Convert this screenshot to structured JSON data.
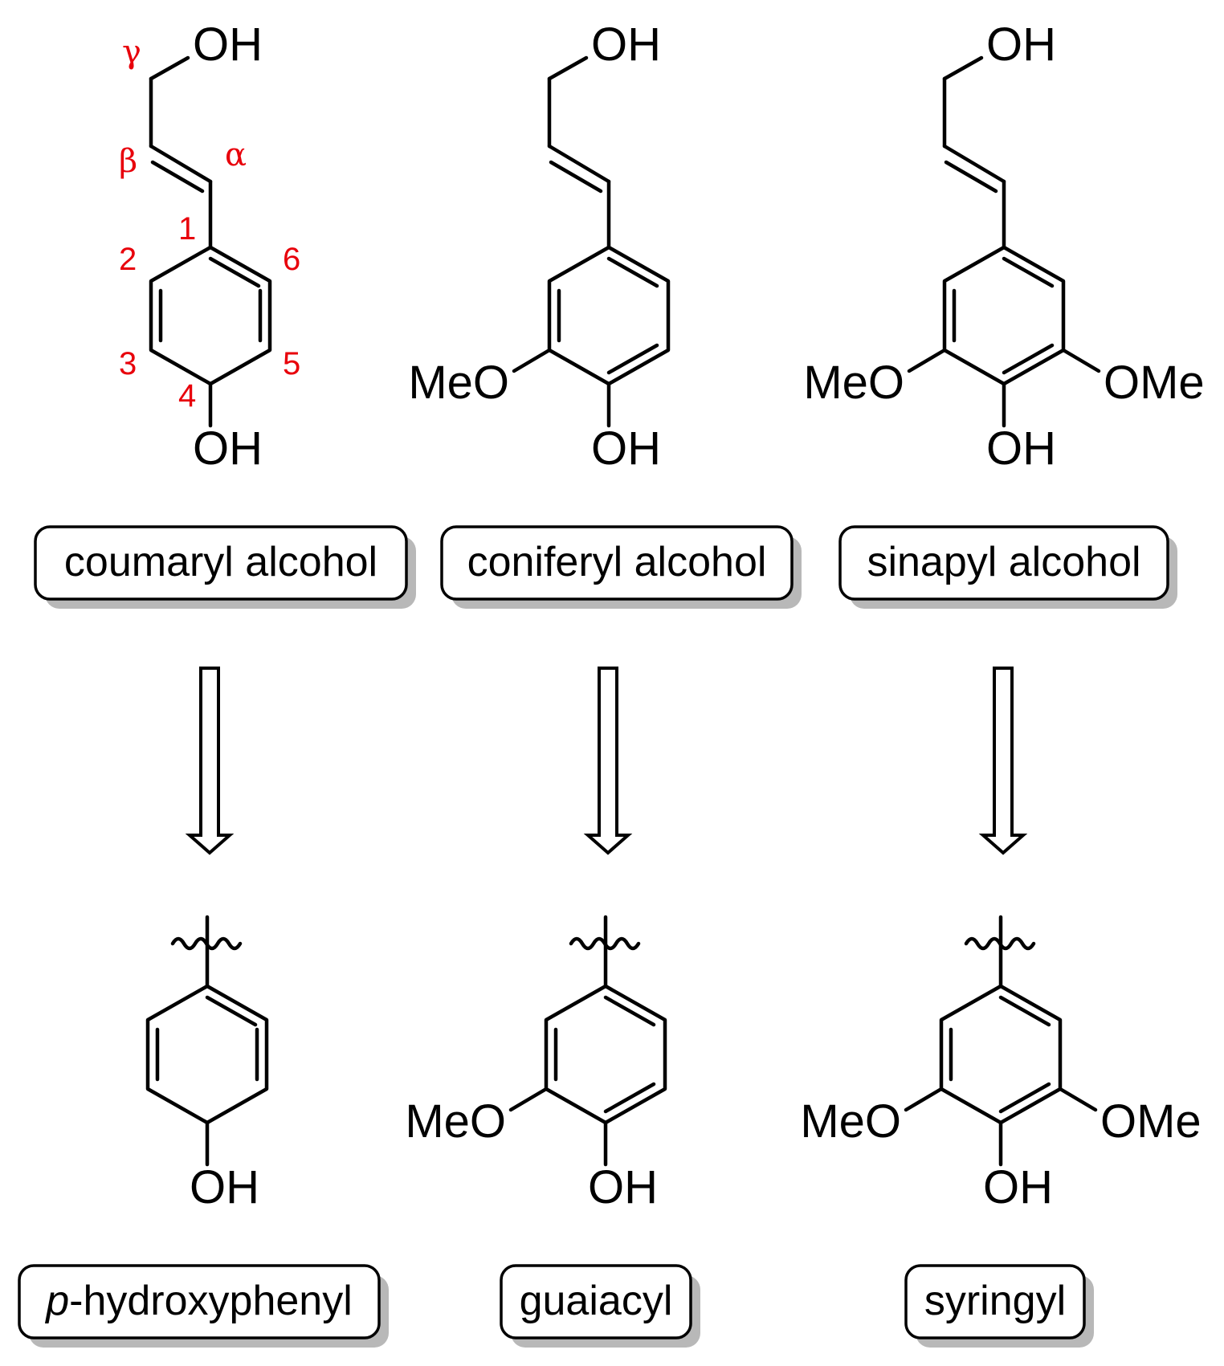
{
  "precursors": [
    {
      "name": "coumaryl alcohol",
      "top_label": "OH",
      "bottom_label": "OH",
      "left_substituent": "",
      "right_substituent": ""
    },
    {
      "name": "coniferyl alcohol",
      "top_label": "OH",
      "bottom_label": "OH",
      "left_substituent": "MeO",
      "right_substituent": ""
    },
    {
      "name": "sinapyl alcohol",
      "top_label": "OH",
      "bottom_label": "OH",
      "left_substituent": "MeO",
      "right_substituent": "OMe"
    }
  ],
  "units": [
    {
      "name_prefix": "p",
      "name_rest": "-hydroxyphenyl",
      "bottom_label": "OH",
      "left_substituent": "",
      "right_substituent": ""
    },
    {
      "name_prefix": "",
      "name_rest": "guaiacyl",
      "bottom_label": "OH",
      "left_substituent": "MeO",
      "right_substituent": ""
    },
    {
      "name_prefix": "",
      "name_rest": "syringyl",
      "bottom_label": "OH",
      "left_substituent": "MeO",
      "right_substituent": "OMe"
    }
  ],
  "numbering": {
    "gamma": "γ",
    "beta": "β",
    "alpha": "α",
    "c1": "1",
    "c2": "2",
    "c3": "3",
    "c4": "4",
    "c5": "5",
    "c6": "6"
  },
  "colors": {
    "bonds": "#000000",
    "numbering": "#e8000b",
    "box_shadow": "#b8b8b8"
  }
}
